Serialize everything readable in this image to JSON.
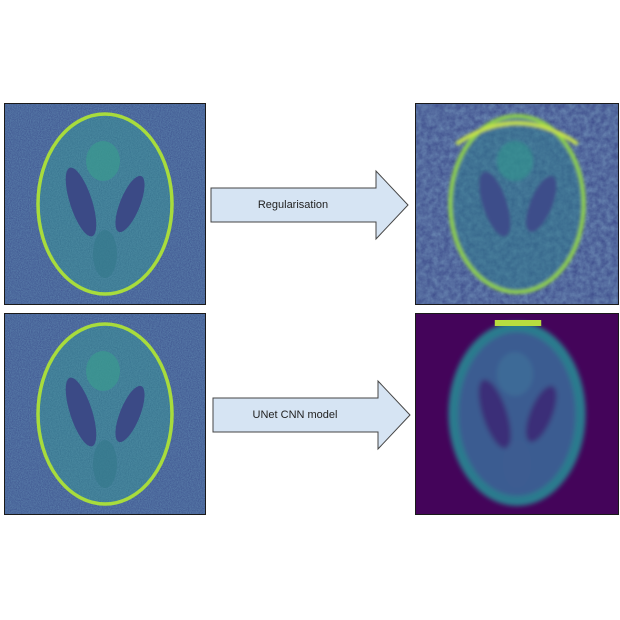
{
  "rows": [
    {
      "input_image": "phantom-noisy",
      "method": "Regularisation",
      "output_image": "phantom-regularised"
    },
    {
      "input_image": "phantom-noisy",
      "method": "UNet CNN model",
      "output_image": "phantom-unet"
    }
  ],
  "colors": {
    "noisy_bg": "#3b4f8c",
    "noisy_interior": "#2f7f8a",
    "ring_bright": "#a8dc3c",
    "regularised_bg": "#3d4b8a",
    "unet_bg": "#44045a",
    "unet_interior": "#3b5b91",
    "dark_region": "#3a2f78",
    "arrow_fill": "#d6e4f3",
    "arrow_stroke": "#444444"
  }
}
